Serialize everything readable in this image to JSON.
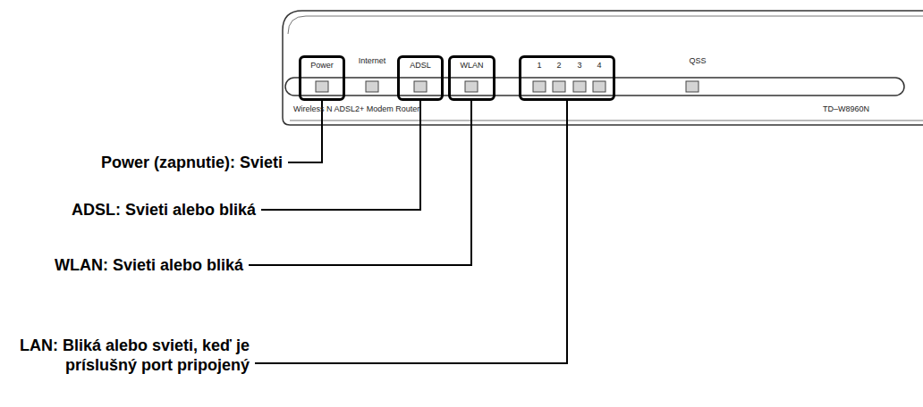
{
  "diagram": {
    "nodes": [
      {
        "text": [
          "Internet",
          "QSS",
          "Wireless N ADSL2+ Modem Router",
          "TD–W8960N"
        ]
      },
      {
        "text": [
          "Power"
        ],
        "in": 0
      },
      {
        "text": [
          "ADSL"
        ],
        "in": 0
      },
      {
        "text": [
          "WLAN"
        ],
        "in": 0
      },
      {
        "text": [
          "1",
          "2",
          "3",
          "4"
        ],
        "in": 0
      }
    ],
    "labels": [
      "Power (zapnutie): Svieti",
      "ADSL: Svieti alebo bliká",
      "WLAN: Svieti alebo bliká",
      "LAN: Bliká alebo svieti, keď je príslušný port pripojený"
    ]
  }
}
